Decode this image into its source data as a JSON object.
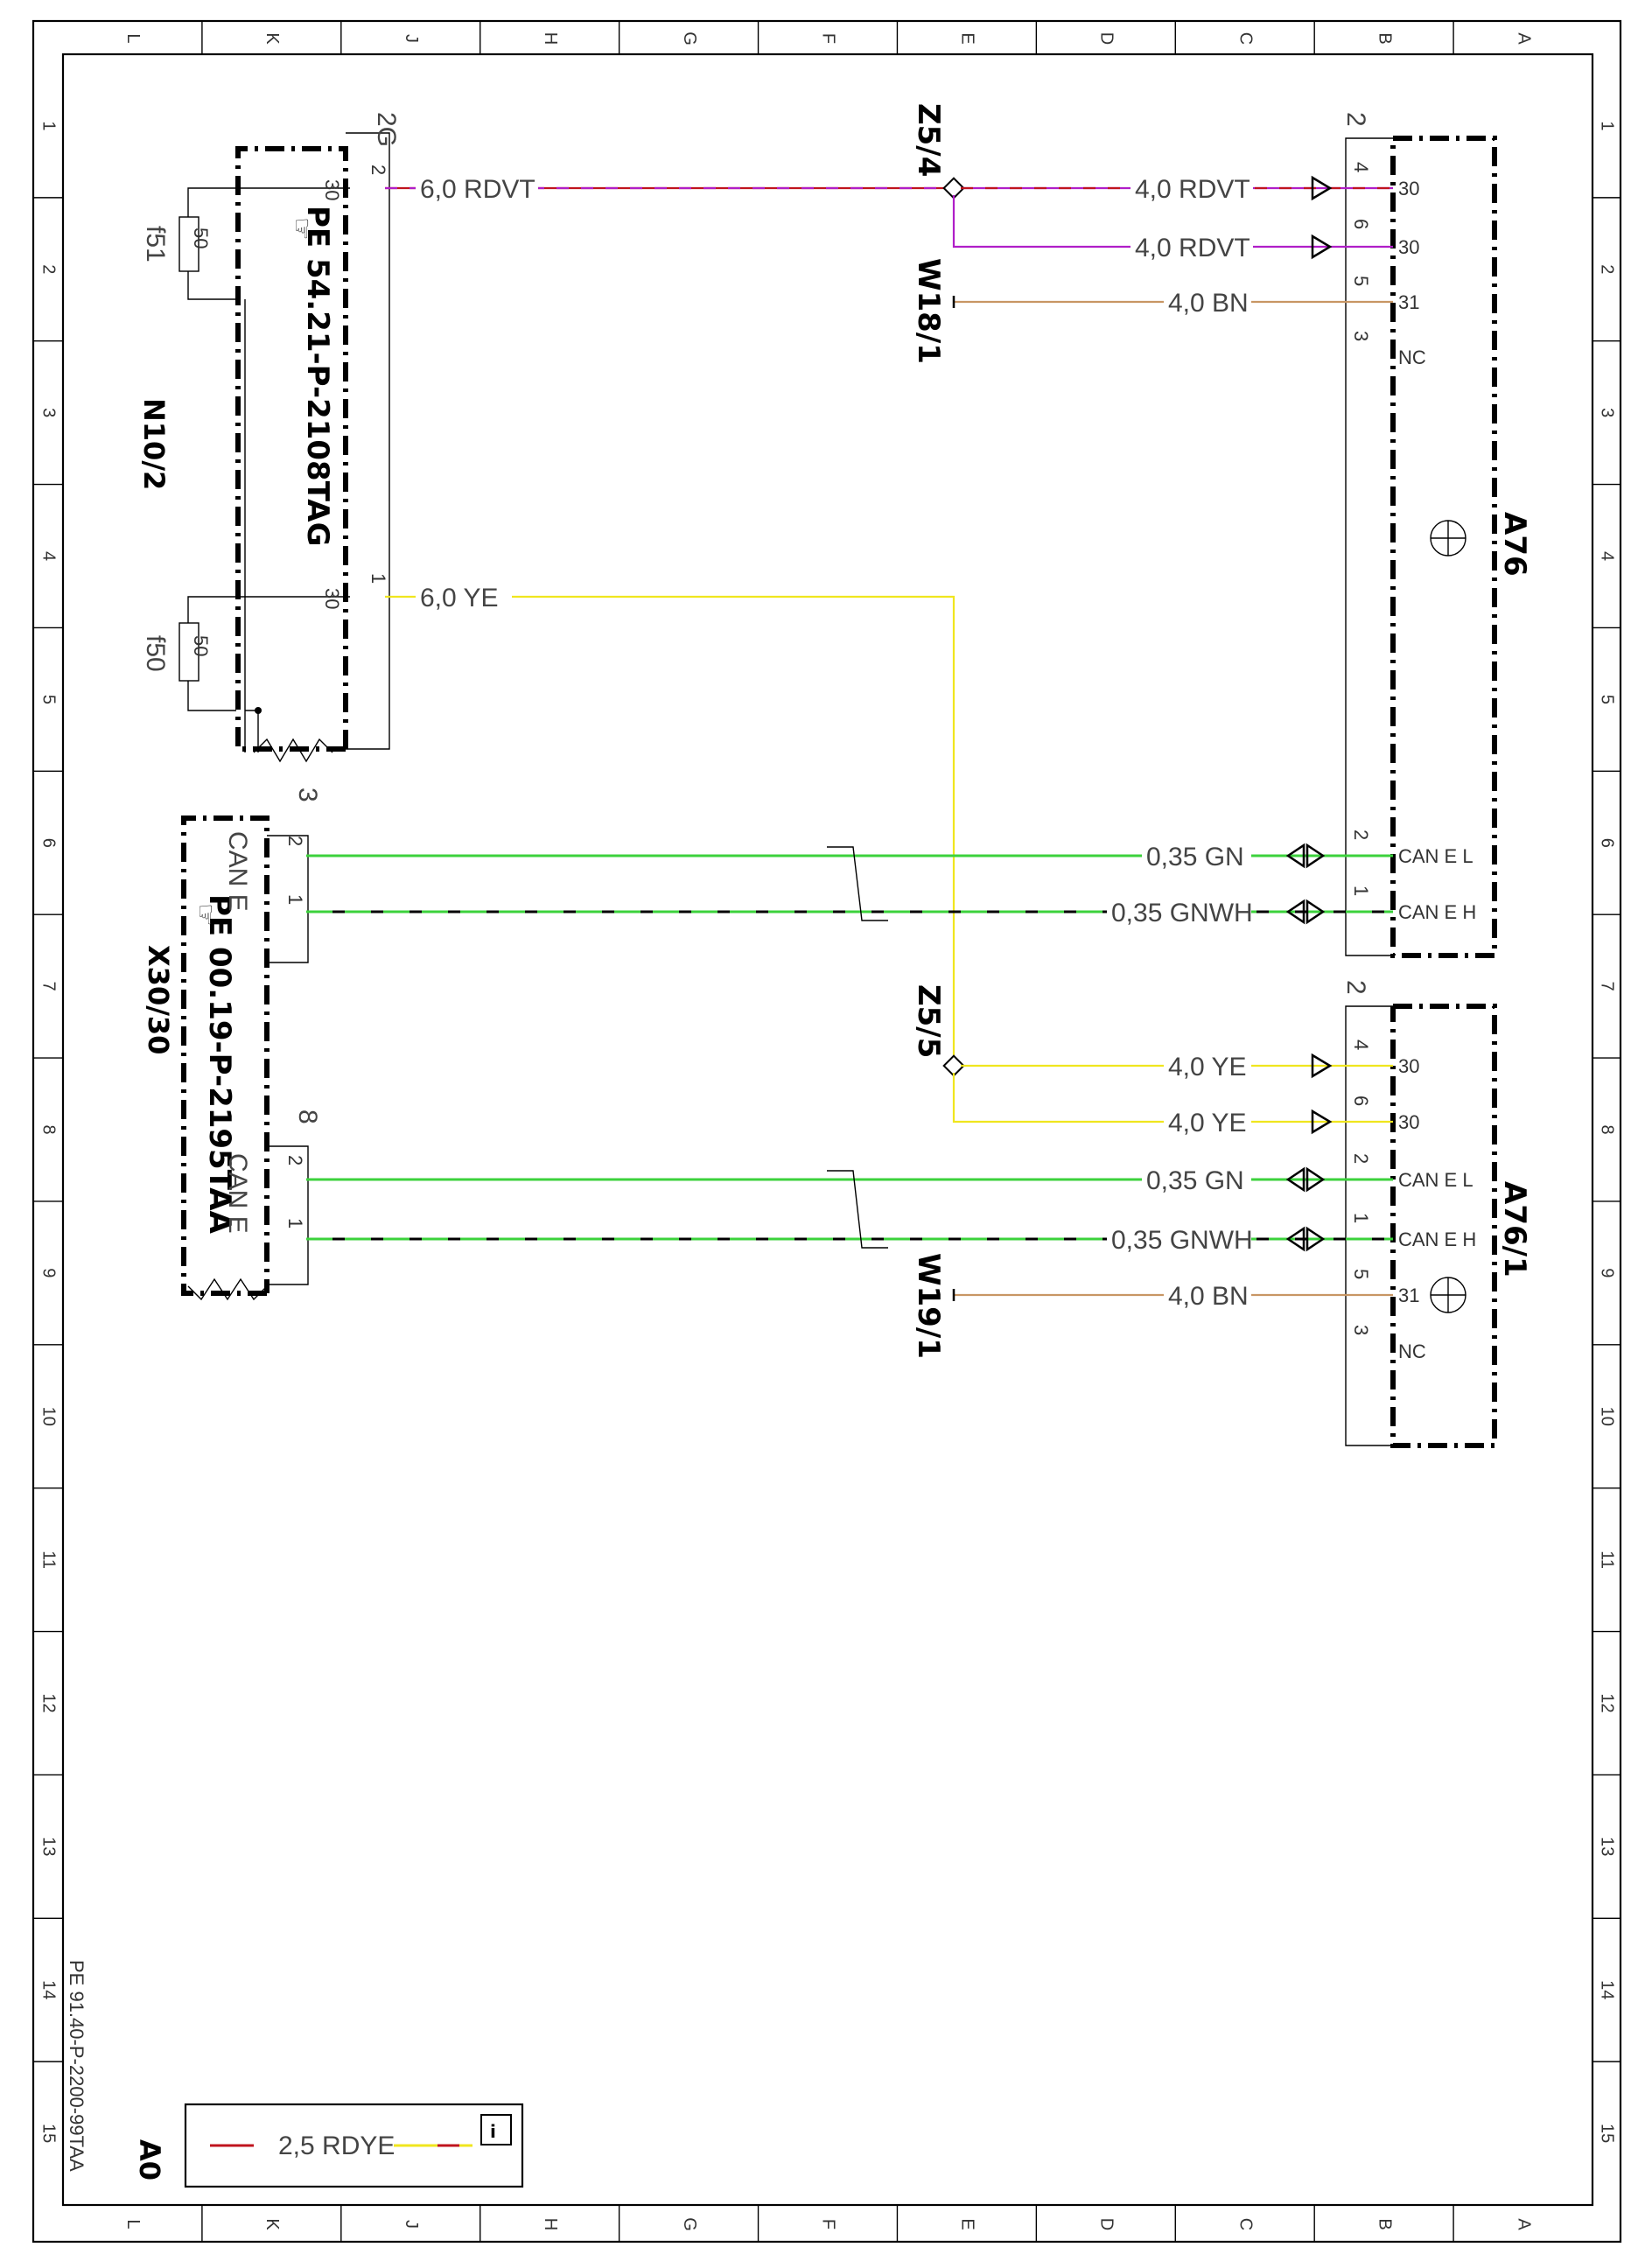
{
  "grid": {
    "columns": [
      "L",
      "K",
      "J",
      "H",
      "G",
      "F",
      "E",
      "D",
      "C",
      "B",
      "A"
    ],
    "rows": [
      "1",
      "2",
      "3",
      "4",
      "5",
      "6",
      "7",
      "8",
      "9",
      "10",
      "11",
      "12",
      "13",
      "14",
      "15"
    ]
  },
  "components": {
    "n10_2": {
      "name": "N10/2",
      "ref": "PE 54.21-P-2108TAG",
      "connector": "2G",
      "pins": [
        "30",
        "30",
        "2",
        "1"
      ]
    },
    "f51": {
      "name": "f51",
      "value": "50"
    },
    "f50": {
      "name": "f50",
      "value": "50"
    },
    "x30_30": {
      "name": "X30/30",
      "ref": "PE 00.19-P-2195TAA",
      "connector_top": "3",
      "connector_bottom": "8",
      "can_label": "CAN E",
      "pins": [
        "2",
        "1",
        "2",
        "1"
      ]
    },
    "a76": {
      "name": "A76",
      "connector": "2",
      "pins": [
        "4",
        "6",
        "5",
        "3",
        "2",
        "1"
      ],
      "terminals": [
        "30",
        "30",
        "31",
        "NC",
        "CAN E L",
        "CAN E H"
      ]
    },
    "a76_1": {
      "name": "A76/1",
      "connector": "2",
      "pins": [
        "4",
        "6",
        "2",
        "1",
        "5",
        "3"
      ],
      "terminals": [
        "30",
        "30",
        "CAN E L",
        "CAN E H",
        "31",
        "NC"
      ]
    },
    "z5_4": "Z5/4",
    "z5_5": "Z5/5",
    "w18_1": "W18/1",
    "w19_1": "W19/1"
  },
  "wires": {
    "w1": "6,0 RDVT",
    "w2": "4,0 RDVT",
    "w3": "4,0 RDVT",
    "w4": "4,0 BN",
    "w5": "6,0 YE",
    "w6": "0,35 GN",
    "w7": "0,35 GNWH",
    "w8": "4,0 YE",
    "w9": "4,0 YE",
    "w10": "0,35 GN",
    "w11": "0,35 GNWH",
    "w12": "4,0 BN"
  },
  "legend": {
    "label": "A0",
    "wire": "2,5 RDYE"
  },
  "document_ref": "PE 91.40-P-2200-99TAA",
  "colors": {
    "rdvt_red": "#c0141e",
    "rdvt_violet": "#b01ec8",
    "yellow": "#f0e61e",
    "green": "#3cd23c",
    "brown": "#c89664"
  }
}
